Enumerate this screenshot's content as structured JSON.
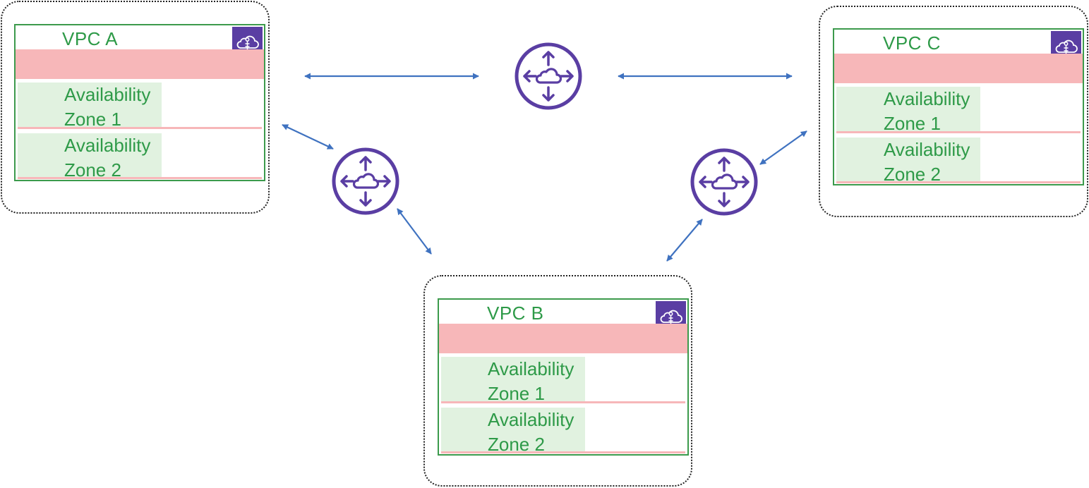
{
  "vpcs": [
    {
      "id": "a",
      "title": "VPC A",
      "zones": [
        "Availability\nZone 1",
        "Availability\nZone 2"
      ]
    },
    {
      "id": "b",
      "title": "VPC B",
      "zones": [
        "Availability\nZone 1",
        "Availability\nZone 2"
      ]
    },
    {
      "id": "c",
      "title": "VPC C",
      "zones": [
        "Availability\nZone 1",
        "Availability\nZone 2"
      ]
    }
  ],
  "icons": {
    "vpc": "vpc-cloud-icon",
    "router": "router-icon"
  },
  "colors": {
    "vpc_border": "#3c9a4c",
    "label_text": "#2e9a48",
    "subnet_band": "#f7b7b9",
    "zone_fill": "#e1f2e0",
    "icon_purple": "#5a3ea3",
    "arrow_blue": "#3f72c0"
  }
}
